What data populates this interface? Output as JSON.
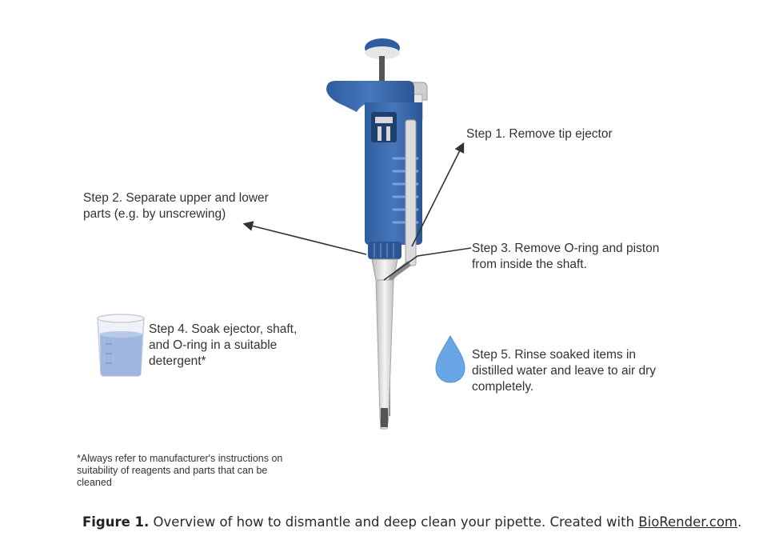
{
  "steps": {
    "step1": "Step 1. Remove tip ejector",
    "step2": "Step 2. Separate upper and lower\nparts (e.g. by unscrewing)",
    "step3": "Step 3. Remove O-ring and piston\nfrom inside the shaft.",
    "step4": "Step 4. Soak ejector, shaft,\n and O-ring in a suitable\ndetergent*",
    "step5": "Step 5. Rinse soaked items in\ndistilled water and leave to air dry\ncompletely."
  },
  "footnote": "*Always refer to manufacturer's instructions on\nsuitability of reagents and parts that can be\ncleaned",
  "caption": {
    "label": "Figure 1.",
    "text": " Overview of how to dismantle and deep clean your pipette. Created with ",
    "link": "BioRender.com",
    "end": "."
  },
  "icons": {
    "pipette": "pipette-icon",
    "beaker": "beaker-icon",
    "droplet": "droplet-icon"
  },
  "colors": {
    "pipette_blue": "#3f6fb2",
    "pipette_dark": "#2c5594",
    "droplet": "#6aa6e6",
    "beaker_liquid": "#9eb6e0"
  }
}
